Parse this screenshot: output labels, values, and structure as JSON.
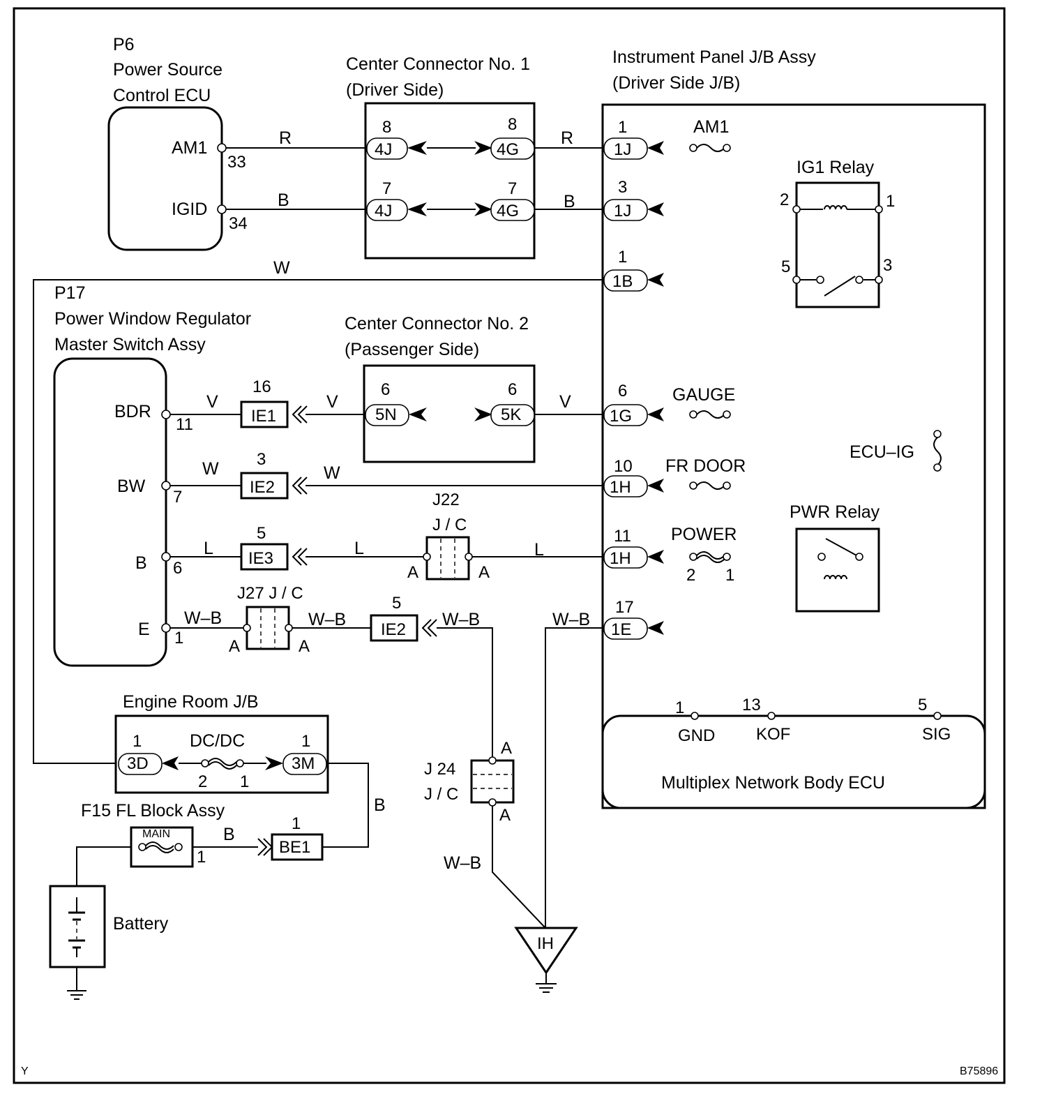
{
  "components": {
    "p6": {
      "code": "P6",
      "name1": "Power Source",
      "name2": "Control ECU",
      "pin_am1": "AM1",
      "pin_am1_no": "33",
      "pin_igid": "IGID",
      "pin_igid_no": "34"
    },
    "cc1": {
      "title": "Center Connector No. 1",
      "sub": "(Driver Side)",
      "c1_num": "8",
      "c1": "4J",
      "c2_num": "8",
      "c2": "4G",
      "c3_num": "7",
      "c3": "4J",
      "c4_num": "7",
      "c4": "4G"
    },
    "ipjb": {
      "title": "Instrument Panel J/B Assy",
      "sub": "(Driver Side J/B)",
      "c1_num": "1",
      "c1": "1J",
      "c2_num": "3",
      "c2": "1J",
      "c3_num": "1",
      "c3": "1B",
      "c4_num": "6",
      "c4": "1G",
      "c5_num": "10",
      "c5": "1H",
      "c6_num": "11",
      "c6": "1H",
      "c7_num": "17",
      "c7": "1E",
      "fuse_am1": "AM1",
      "fuse_gauge": "GAUGE",
      "fuse_frdoor": "FR DOOR",
      "fuse_power": "POWER",
      "fuse_power_l": "2",
      "fuse_power_r": "1",
      "fuse_ecuig": "ECU–IG",
      "ig1_title": "IG1 Relay",
      "ig1_p2": "2",
      "ig1_p1": "1",
      "ig1_p5": "5",
      "ig1_p3": "3",
      "pwr_title": "PWR Relay"
    },
    "p17": {
      "code": "P17",
      "name1": "Power Window Regulator",
      "name2": "Master Switch Assy",
      "bdr": "BDR",
      "bdr_no": "11",
      "bw": "BW",
      "bw_no": "7",
      "b": "B",
      "b_no": "6",
      "e": "E",
      "e_no": "1"
    },
    "cc2": {
      "title": "Center Connector No. 2",
      "sub": "(Passenger Side)",
      "c1_num": "6",
      "c1": "5N",
      "c2_num": "6",
      "c2": "5K"
    },
    "ie1": {
      "num": "16",
      "name": "IE1"
    },
    "ie2a": {
      "num": "3",
      "name": "IE2"
    },
    "ie3": {
      "num": "5",
      "name": "IE3"
    },
    "ie2b": {
      "num": "5",
      "name": "IE2"
    },
    "j22": {
      "code": "J22",
      "name": "J / C",
      "a1": "A",
      "a2": "A"
    },
    "j27": {
      "label": "J27 J / C",
      "a1": "A",
      "a2": "A"
    },
    "j24": {
      "code": "J 24",
      "name": "J / C",
      "a1": "A",
      "a2": "A"
    },
    "ecu": {
      "pin_gnd_no": "1",
      "pin_gnd": "GND",
      "pin_kof_no": "13",
      "pin_kof": "KOF",
      "pin_sig_no": "5",
      "pin_sig": "SIG",
      "name": "Multiplex Network Body ECU"
    },
    "erjb": {
      "title": "Engine Room J/B",
      "c1_num": "1",
      "c1": "3D",
      "fuse": "DC/DC",
      "fuse_l": "2",
      "fuse_r": "1",
      "c2_num": "1",
      "c2": "3M"
    },
    "f15": {
      "title": "F15 FL Block Assy",
      "fuse": "MAIN",
      "pin": "1"
    },
    "be1": {
      "num": "1",
      "name": "BE1"
    },
    "battery": {
      "name": "Battery"
    },
    "ground": {
      "name": "IH"
    }
  },
  "wires": {
    "r1": "R",
    "r2": "R",
    "b1": "B",
    "b2": "B",
    "w_top": "W",
    "v1": "V",
    "v2": "V",
    "v3": "V",
    "w1": "W",
    "w2": "W",
    "l1": "L",
    "l2": "L",
    "l3": "L",
    "wb1": "W–B",
    "wb2": "W–B",
    "wb3": "W–B",
    "wb4": "W–B",
    "wb5": "W–B",
    "b_er": "B",
    "b_main": "B"
  },
  "corner_left": "Y",
  "corner_right": "B75896"
}
